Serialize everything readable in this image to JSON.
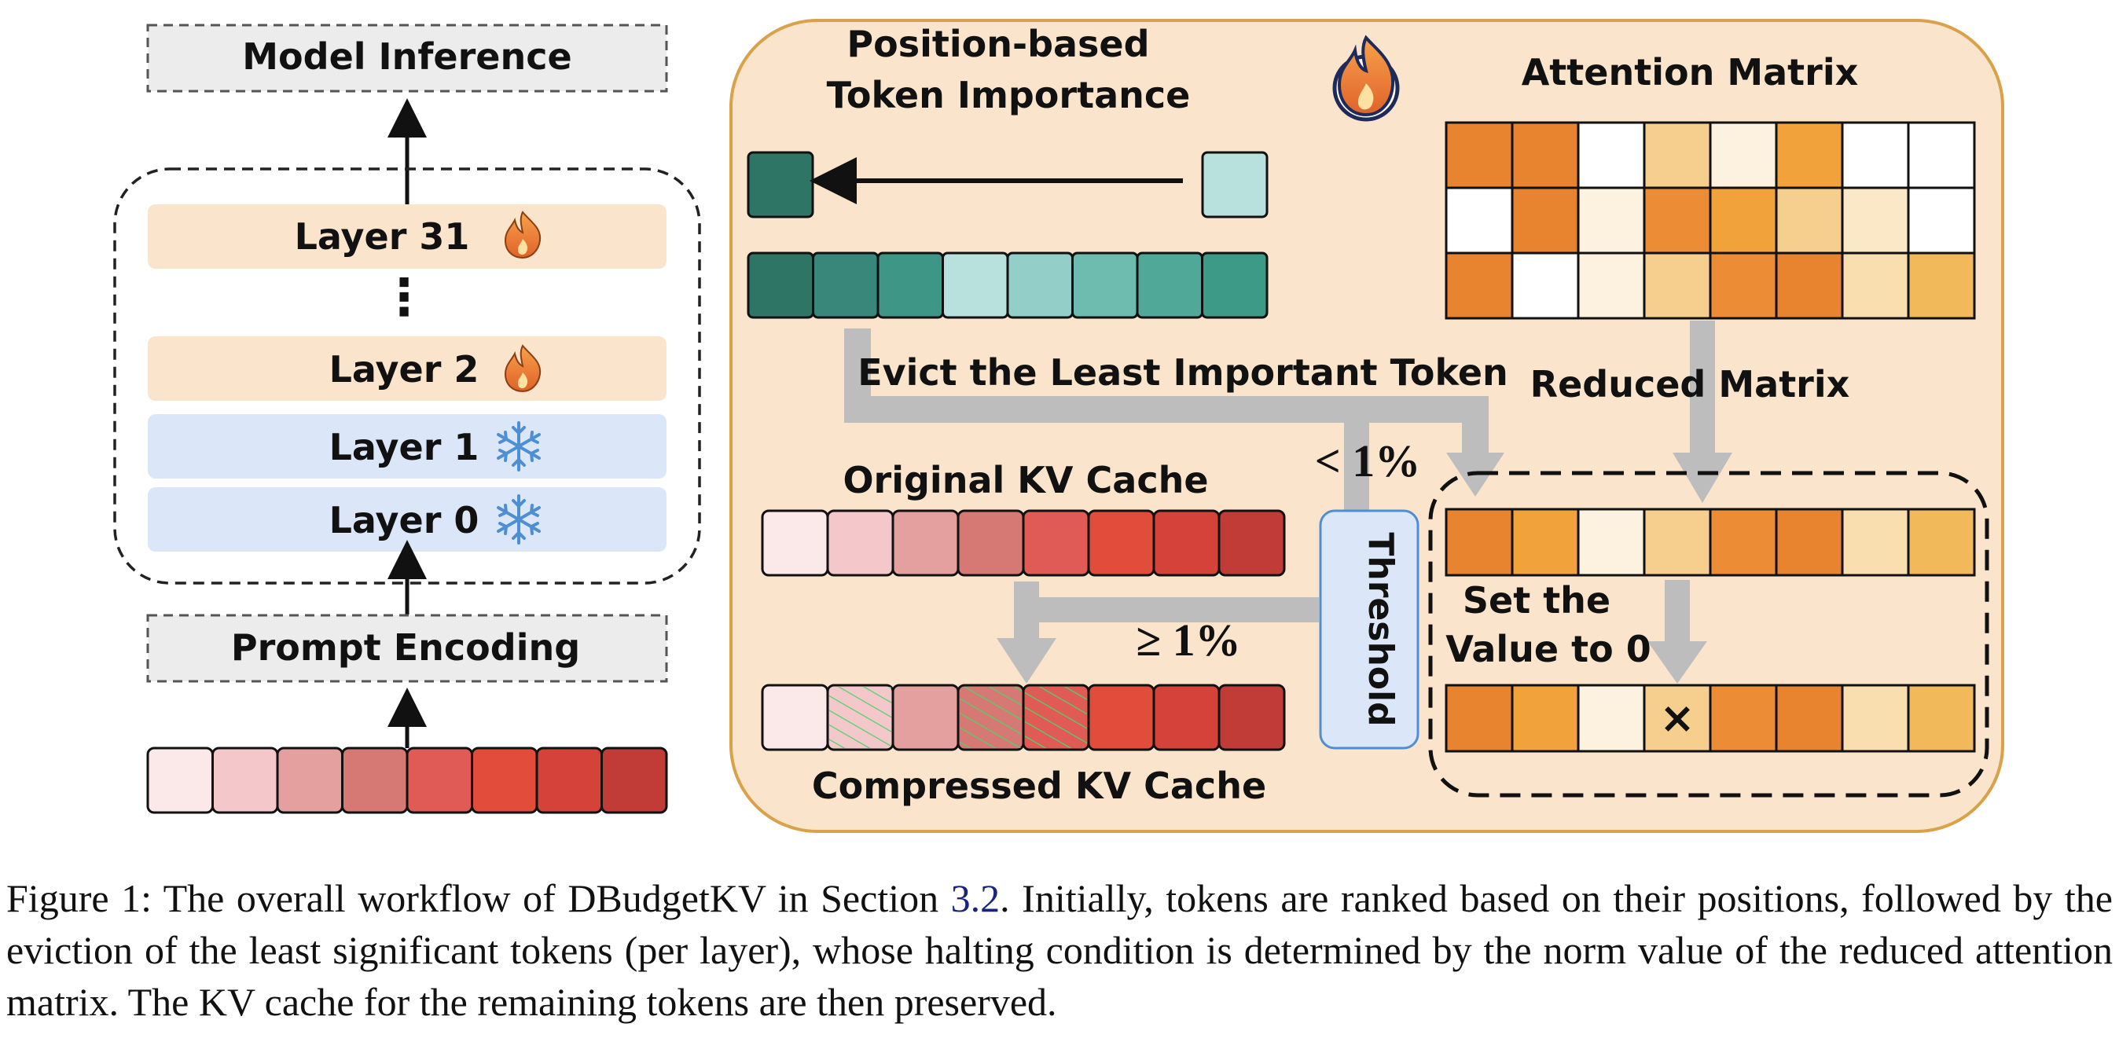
{
  "left_stack": {
    "model_inference": "Model Inference",
    "layers": [
      {
        "label": "Layer 31",
        "icon": "flame-icon"
      },
      {
        "label": "Layer 2",
        "icon": "flame-icon"
      },
      {
        "label": "Layer 1",
        "icon": "snowflake-icon"
      },
      {
        "label": "Layer 0",
        "icon": "snowflake-icon"
      }
    ],
    "ellipsis": "⋮",
    "prompt_encoding": "Prompt Encoding",
    "prompt_colors": [
      "#fbe9e9",
      "#f4c7ca",
      "#e4a09f",
      "#d67874",
      "#e05b55",
      "#e24c3a",
      "#d54239",
      "#c23c37"
    ]
  },
  "right_panel": {
    "bg_color": "#fbe4cc",
    "position_title": [
      "Position-based",
      "Token Importance"
    ],
    "position_tokens": [
      "#2f7566",
      "#38877a",
      "#3e9786",
      "#b8e0dd",
      "#93cfc8",
      "#6ebcb0",
      "#4fa898",
      "#3c9a87"
    ],
    "evicted_token_color": "#b8e0dd",
    "kept_token_color": "#2f7566",
    "evict_label": "Evict the Least Important Token",
    "attention_title": "Attention Matrix",
    "attention_rows": [
      [
        "#e8832f",
        "#e8832f",
        "#ffffff",
        "#f6cf8f",
        "#fdf2df",
        "#f1a23b",
        "#ffffff",
        "#ffffff"
      ],
      [
        "#ffffff",
        "#e8832f",
        "#fdf2df",
        "#ec8d35",
        "#f1a23b",
        "#f6cf8f",
        "#fbe8c6",
        "#ffffff"
      ],
      [
        "#e8832f",
        "#ffffff",
        "#fdf2df",
        "#f6cf8f",
        "#ec8d35",
        "#e8832f",
        "#f9dfb0",
        "#f2b95b"
      ]
    ],
    "reduced_label": "Reduced Matrix",
    "reduced_row": [
      "#e8832f",
      "#f1a23b",
      "#fdf2df",
      "#f6cf8f",
      "#ec8d35",
      "#e8832f",
      "#f9dfb0",
      "#f2b95b"
    ],
    "set_value_label": [
      "Set the",
      "Value to 0"
    ],
    "zeroed_row": [
      "#e8832f",
      "#f1a23b",
      "#fdf2df",
      "#f6cf8f",
      "#ec8d35",
      "#e8832f",
      "#f9dfb0",
      "#f2b95b"
    ],
    "zeroed_mark": "×",
    "less_label": "< 1%",
    "geq_label": "≥ 1%",
    "threshold_label": "Threshold",
    "original_cache_label": "Original KV Cache",
    "original_cache_colors": [
      "#fbe9e9",
      "#f4c7ca",
      "#e4a09f",
      "#d67874",
      "#e05b55",
      "#e24c3a",
      "#d54239",
      "#c23c37"
    ],
    "compressed_cache_label": "Compressed KV Cache",
    "compressed_cache_colors": [
      "#fbe9e9",
      "#f4c7ca",
      "#e4a09f",
      "#d67874",
      "#e05b55",
      "#e24c3a",
      "#d54239",
      "#c23c37"
    ],
    "compressed_hatched": [
      1,
      3,
      4
    ]
  },
  "caption": {
    "prefix": "Figure 1: The overall workflow of DBudgetKV in Section ",
    "ref": "3.2",
    "suffix": ". Initially, tokens are ranked based on their positions, followed by the eviction of the least significant tokens (per layer), whose halting condition is determined by the norm value of the reduced attention matrix. The KV cache for the remaining tokens are then preserved."
  }
}
